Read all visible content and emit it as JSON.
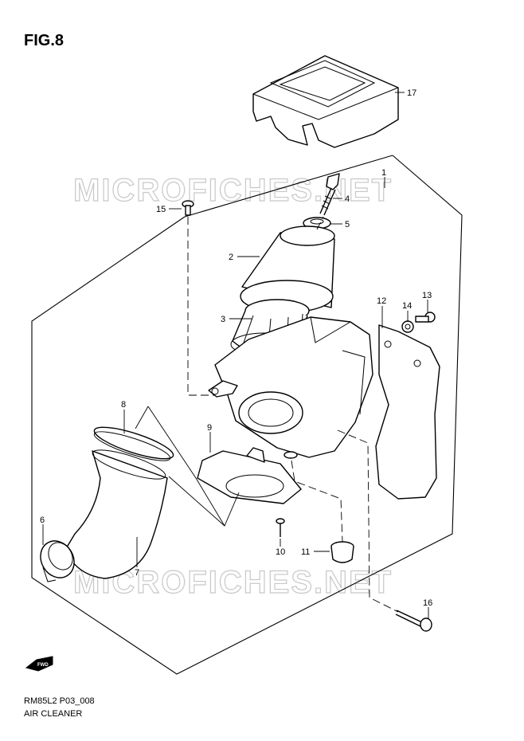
{
  "figure": {
    "title": "FIG.8",
    "code": "RM85L2 P03_008",
    "subtitle": "AIR CLEANER",
    "watermark": "MICROFICHES.NET",
    "fwd_label": "FWD"
  },
  "callouts": [
    {
      "id": "c1",
      "label": "1"
    },
    {
      "id": "c2",
      "label": "2"
    },
    {
      "id": "c3",
      "label": "3"
    },
    {
      "id": "c4",
      "label": "4"
    },
    {
      "id": "c5",
      "label": "5"
    },
    {
      "id": "c6",
      "label": "6"
    },
    {
      "id": "c7",
      "label": "7"
    },
    {
      "id": "c8",
      "label": "8"
    },
    {
      "id": "c9",
      "label": "9"
    },
    {
      "id": "c10",
      "label": "10"
    },
    {
      "id": "c11",
      "label": "11"
    },
    {
      "id": "c12",
      "label": "12"
    },
    {
      "id": "c13",
      "label": "13"
    },
    {
      "id": "c14",
      "label": "14"
    },
    {
      "id": "c15",
      "label": "15"
    },
    {
      "id": "c16",
      "label": "16"
    },
    {
      "id": "c17",
      "label": "17"
    }
  ]
}
